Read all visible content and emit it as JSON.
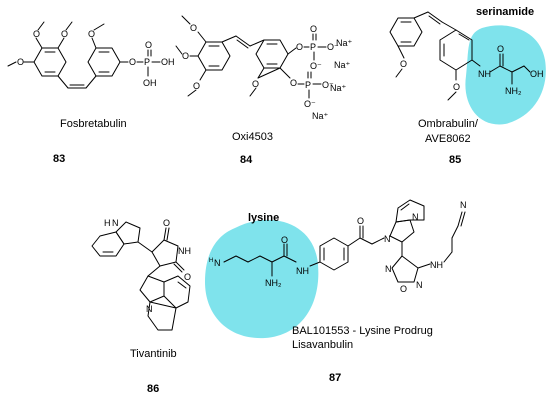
{
  "colors": {
    "highlight": "#7fe3ec",
    "ink": "#000000",
    "background": "#ffffff"
  },
  "compounds": [
    {
      "name": "Fosbretabulin",
      "number": "83"
    },
    {
      "name": "Oxi4503",
      "number": "84"
    },
    {
      "name_line1": "Ombrabulin/",
      "name_line2": "AVE8062",
      "number": "85",
      "tag": "serinamide"
    },
    {
      "name": "Tivantinib",
      "number": "86"
    },
    {
      "name_line1": "BAL101553 - Lysine Prodrug",
      "name_line2": "Lisavanbulin",
      "number": "87",
      "tag": "lysine"
    }
  ],
  "atoms": {
    "O": "O",
    "P": "P",
    "OH": "OH",
    "Na_plus": "Na⁺",
    "NH": "NH",
    "NH2": "NH₂",
    "N": "N",
    "N_imine": "N",
    "H": "H",
    "O_minus": "O⁻",
    "minus": "−"
  }
}
